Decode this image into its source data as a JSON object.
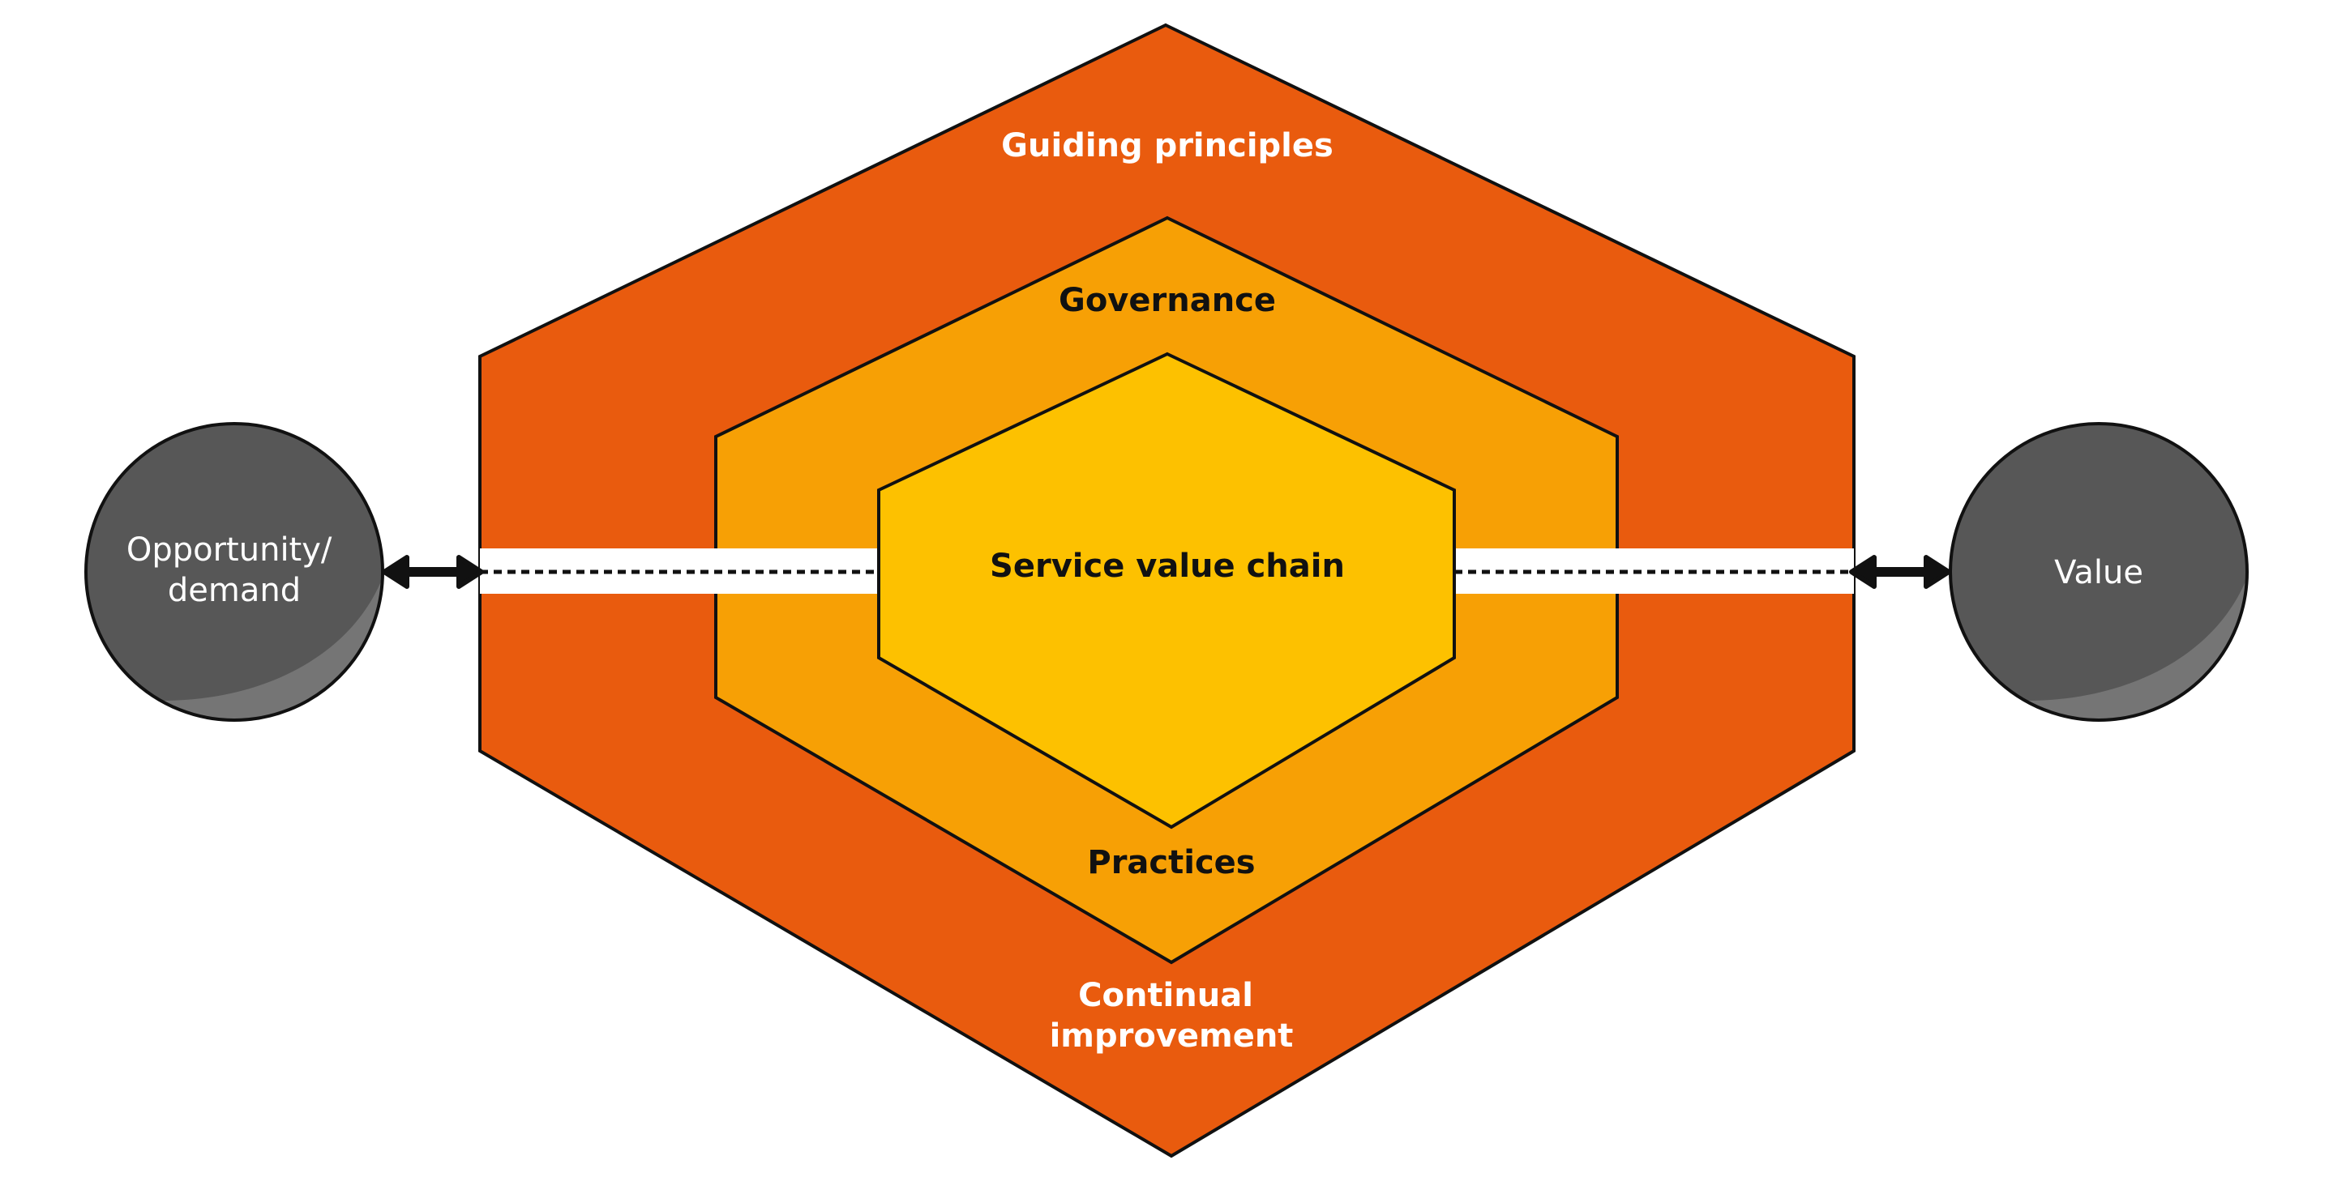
{
  "colors": {
    "outer_hexagon": "#E95B0E",
    "middle_hexagon": "#F7A005",
    "inner_hexagon": "#FDC100",
    "circle_fill": "#575757",
    "circle_highlight": "#757575",
    "outline": "#111111",
    "connector_band": "#FFFFFF"
  },
  "diagram": {
    "outer_ring_top_label": "Guiding principles",
    "outer_ring_bottom_label": [
      "Continual",
      "improvement"
    ],
    "middle_ring_top_label": "Governance",
    "middle_ring_bottom_label": "Practices",
    "core_label": "Service value chain",
    "left_circle_label": [
      "Opportunity/",
      "demand"
    ],
    "right_circle_label": "Value"
  },
  "icons": {
    "left_arrow": "double-headed-arrow-icon",
    "right_arrow": "double-headed-arrow-icon"
  }
}
